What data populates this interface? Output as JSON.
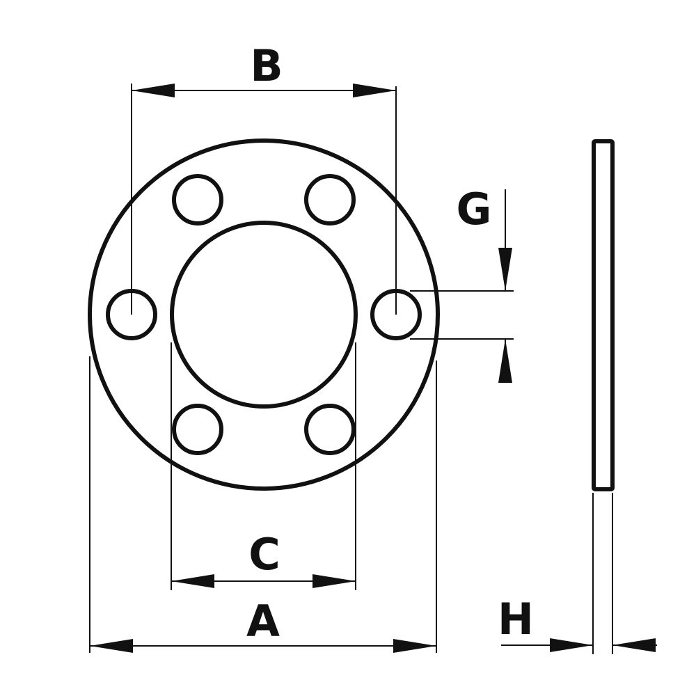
{
  "diagram": {
    "colors": {
      "stroke": "#111111",
      "background": "#ffffff"
    },
    "labels": {
      "A": "A",
      "B": "B",
      "C": "C",
      "G": "G",
      "H": "H"
    }
  }
}
